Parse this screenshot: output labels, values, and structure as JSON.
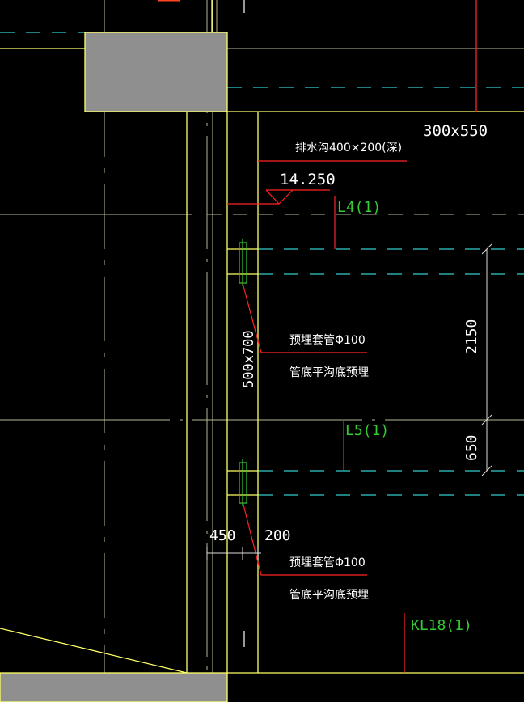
{
  "colors": {
    "background": "#000000",
    "wall": "#ffff66",
    "axis": "#ffffcc",
    "beam_dashed": "#33cccc",
    "leader_red": "#ff2222",
    "label_green": "#33cc33",
    "text_white": "#ffffff",
    "column_fill": "#8f8f8f",
    "dimension": "#dddddd"
  },
  "labels": {
    "trench_note": "排水沟400×200(深)",
    "elevation": "14.250",
    "beam_size_top": "300x550",
    "beam_l4": "L4(1)",
    "beam_l5": "L5(1)",
    "beam_kl18": "KL18(1)",
    "wall_beam_size": "500x700",
    "sleeve_1_line1": "预埋套管Φ100",
    "sleeve_1_line2": "管底平沟底预埋",
    "sleeve_2_line1": "预埋套管Φ100",
    "sleeve_2_line2": "管底平沟底预埋",
    "dim_2150": "2150",
    "dim_650": "650",
    "dim_450": "450",
    "dim_200": "200"
  }
}
